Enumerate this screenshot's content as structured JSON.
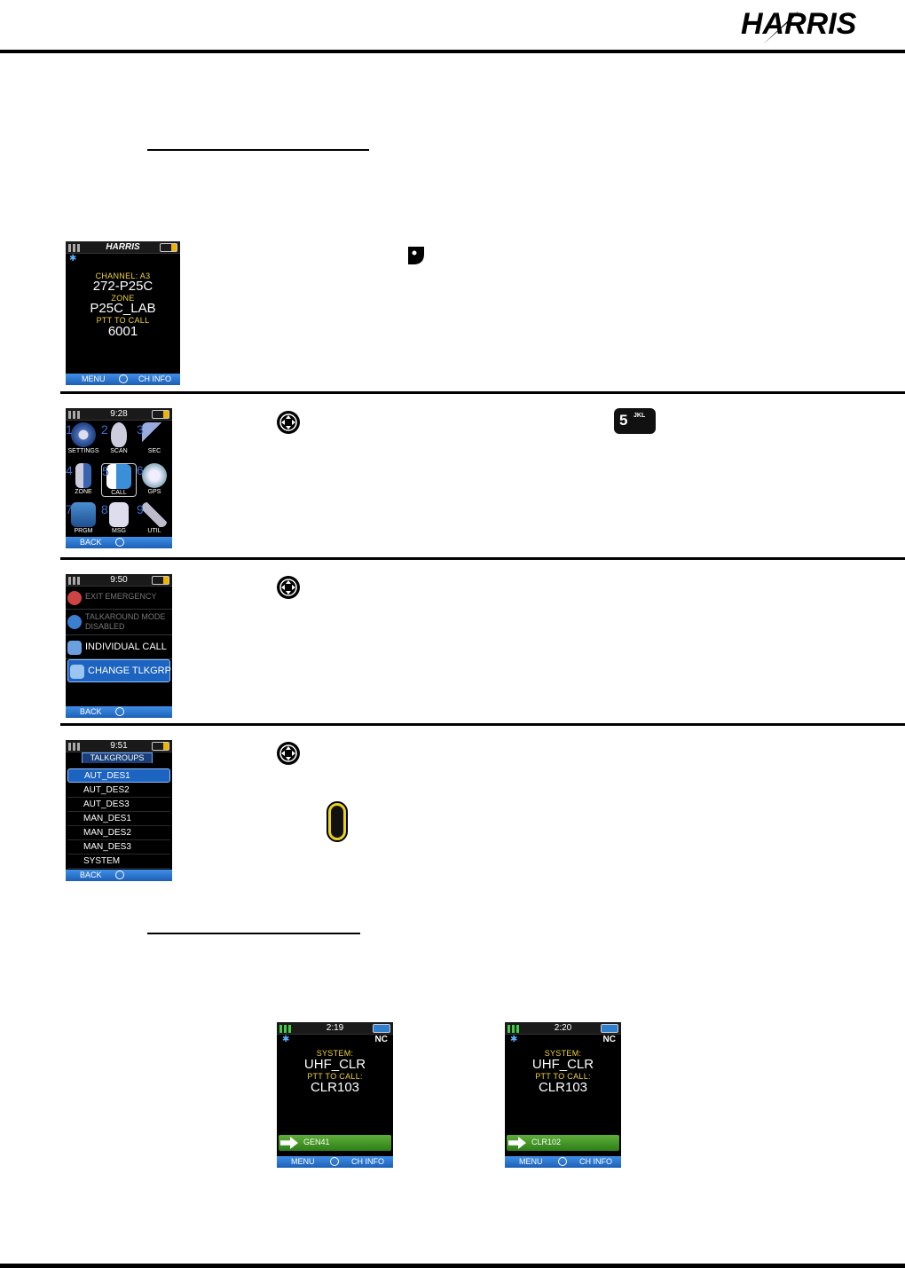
{
  "header": {
    "logo_text": "HARRIS"
  },
  "screens": {
    "s1": {
      "logo": "HARRIS",
      "channel_label": "CHANNEL: A3",
      "channel_value": "272-P25C",
      "zone_label": "ZONE",
      "zone_value": "P25C_LAB",
      "ptt_label": "PTT TO CALL",
      "ptt_value": "6001",
      "soft_left": "MENU",
      "soft_right": "CH INFO"
    },
    "s2": {
      "time": "9:28",
      "items": [
        {
          "num": "1",
          "label": "SETTINGS"
        },
        {
          "num": "2",
          "label": "SCAN"
        },
        {
          "num": "3",
          "label": "SEC"
        },
        {
          "num": "4",
          "label": "ZONE"
        },
        {
          "num": "5",
          "label": "CALL"
        },
        {
          "num": "6",
          "label": "GPS"
        },
        {
          "num": "7",
          "label": "PRGM"
        },
        {
          "num": "8",
          "label": "MSG"
        },
        {
          "num": "9",
          "label": "UTIL"
        }
      ],
      "soft_left": "BACK"
    },
    "s3": {
      "time": "9:50",
      "rows": [
        "EXIT EMERGENCY",
        "TALKAROUND MODE",
        "DISABLED",
        "INDIVIDUAL CALL",
        "CHANGE TLKGRP"
      ],
      "soft_left": "BACK"
    },
    "s4": {
      "time": "9:51",
      "tab": "TALKGROUPS",
      "rows": [
        "AUT_DES1",
        "AUT_DES2",
        "AUT_DES3",
        "MAN_DES1",
        "MAN_DES2",
        "MAN_DES3",
        "SYSTEM"
      ],
      "soft_left": "BACK"
    },
    "s5": {
      "time": "2:19",
      "status_right": "NC",
      "system_label": "SYSTEM:",
      "system_value": "UHF_CLR",
      "ptt_label": "PTT TO CALL:",
      "ptt_value": "CLR103",
      "caller": "GEN41",
      "soft_left": "MENU",
      "soft_right": "CH INFO"
    },
    "s6": {
      "time": "2:20",
      "status_right": "NC",
      "system_label": "SYSTEM:",
      "system_value": "UHF_CLR",
      "ptt_label": "PTT TO CALL:",
      "ptt_value": "CLR103",
      "caller": "CLR102",
      "soft_left": "MENU",
      "soft_right": "CH INFO"
    }
  },
  "icons": {
    "key1": "option-button-icon",
    "nav": "navigation-pad-icon",
    "key5": {
      "num": "5",
      "letters": "JKL"
    },
    "status": "status-button-icon"
  }
}
